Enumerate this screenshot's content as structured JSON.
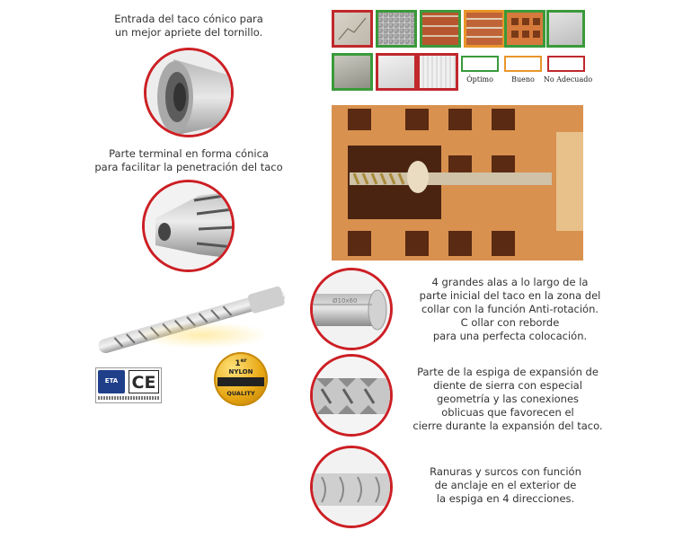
{
  "captions": {
    "entry": "Entrada del taco cónico para\nun mejor apriete del tornillo.",
    "terminal": "Parte terminal en forma cónica\npara facilitar la penetración del taco",
    "wings": "4 grandes alas a lo largo de la\nparte inicial  del taco en la zona del\ncollar con la función Anti-rotación.\nC ollar con reborde\npara una perfecta colocación.",
    "saw": "Parte de la espiga de expansión de\ndiente de sierra con especial\ngeometría y las conexiones\noblicuas que favorecen el\ncierre durante la expansión del taco.",
    "grooves": "Ranuras y surcos con función\nde anclaje en el exterior de\nla espiga en 4 direcciones."
  },
  "legend": {
    "optimo": "Óptimo",
    "bueno": "Bueno",
    "no_adecuado": "No Adecuado"
  },
  "colors": {
    "optimo": "#3a9a3a",
    "bueno": "#e8962a",
    "no_adecuado": "#c0282c",
    "circle_border": "#cc1f24"
  },
  "materials": [
    {
      "name": "cracked-concrete",
      "rating": "no_adecuado"
    },
    {
      "name": "concrete",
      "rating": "optimo"
    },
    {
      "name": "solid-brick",
      "rating": "optimo"
    },
    {
      "name": "brick",
      "rating": "bueno"
    },
    {
      "name": "hollow-brick",
      "rating": "optimo"
    },
    {
      "name": "block",
      "rating": "optimo"
    },
    {
      "name": "hollow-block",
      "rating": "optimo"
    },
    {
      "name": "aerated-block",
      "rating": "no_adecuado"
    },
    {
      "name": "plasterboard",
      "rating": "no_adecuado"
    }
  ],
  "badges": {
    "nylon_top": "1",
    "nylon_sup": "er",
    "nylon_mid": "NYLON",
    "nylon_bottom": "QUALITY",
    "ce": "CE",
    "eta": "ETA"
  },
  "dowel_marking": "Ø10x60"
}
